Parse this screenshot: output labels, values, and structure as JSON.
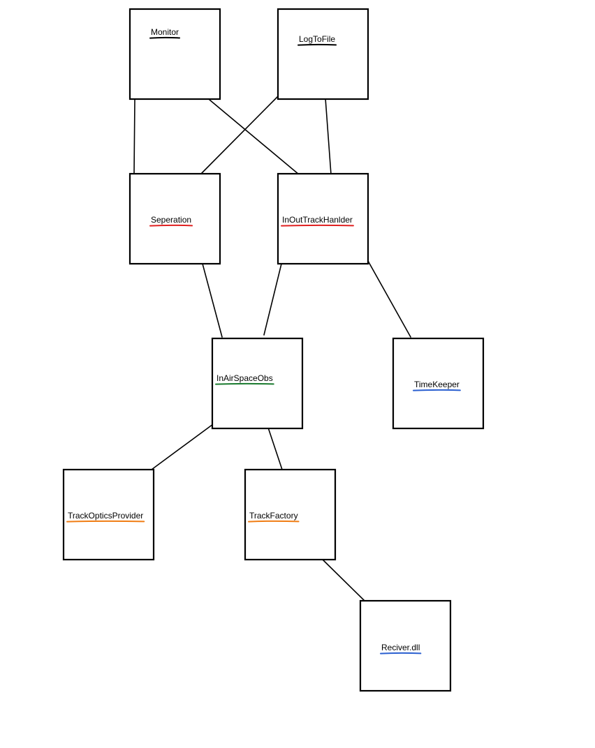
{
  "nodes": [
    {
      "id": "monitor",
      "label": "Monitor",
      "underline_color": "#000000"
    },
    {
      "id": "logtofile",
      "label": "LogToFile",
      "underline_color": "#000000"
    },
    {
      "id": "seperation",
      "label": "Seperation",
      "underline_color": "#e02020"
    },
    {
      "id": "inouttrackhandler",
      "label": "InOutTrackHanlder",
      "underline_color": "#e02020"
    },
    {
      "id": "inairspaceobs",
      "label": "InAirSpaceObs",
      "underline_color": "#1a7a2e"
    },
    {
      "id": "timekeeper",
      "label": "TimeKeeper",
      "underline_color": "#2a5fd0"
    },
    {
      "id": "trackopticsprovider",
      "label": "TrackOpticsProvider",
      "underline_color": "#f07d14"
    },
    {
      "id": "trackfactory",
      "label": "TrackFactory",
      "underline_color": "#f07d14"
    },
    {
      "id": "reciver",
      "label": "Reciver.dll",
      "underline_color": "#2a5fd0"
    }
  ],
  "edges": [
    {
      "from": "monitor",
      "to": "seperation"
    },
    {
      "from": "monitor",
      "to": "inouttrackhandler"
    },
    {
      "from": "logtofile",
      "to": "seperation"
    },
    {
      "from": "logtofile",
      "to": "inouttrackhandler"
    },
    {
      "from": "seperation",
      "to": "inairspaceobs"
    },
    {
      "from": "inouttrackhandler",
      "to": "inairspaceobs"
    },
    {
      "from": "inouttrackhandler",
      "to": "timekeeper"
    },
    {
      "from": "inairspaceobs",
      "to": "trackopticsprovider"
    },
    {
      "from": "inairspaceobs",
      "to": "trackfactory"
    },
    {
      "from": "trackfactory",
      "to": "reciver"
    }
  ]
}
